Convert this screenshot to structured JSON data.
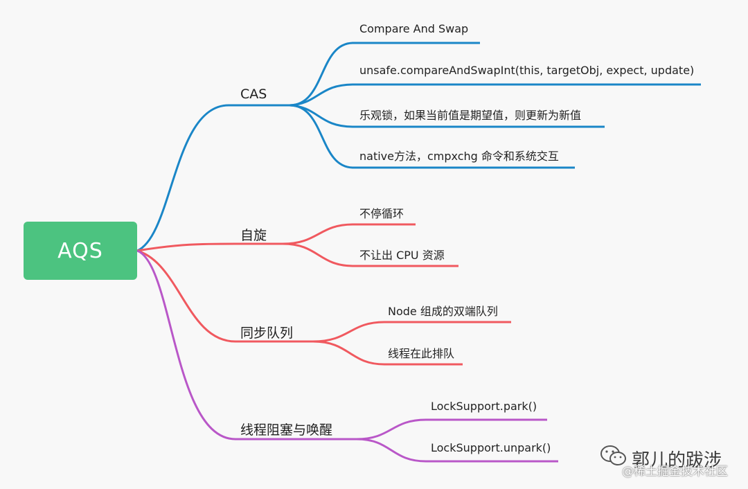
{
  "root": {
    "label": "AQS"
  },
  "colors": {
    "blue": "#1a86c7",
    "red": "#f0595f",
    "purple": "#b957c8",
    "root_bg": "#4cc380"
  },
  "branches": [
    {
      "label": "CAS",
      "color": "blue",
      "leaves": [
        "Compare And Swap",
        "unsafe.compareAndSwapInt(this, targetObj, expect, update)",
        "乐观锁，如果当前值是期望值，则更新为新值",
        "native方法，cmpxchg 命令和系统交互"
      ]
    },
    {
      "label": "自旋",
      "color": "red",
      "leaves": [
        "不停循环",
        "不让出 CPU 资源"
      ]
    },
    {
      "label": "同步队列",
      "color": "red",
      "leaves": [
        "Node 组成的双端队列",
        "线程在此排队"
      ]
    },
    {
      "label": "线程阻塞与唤醒",
      "color": "purple",
      "leaves": [
        "LockSupport.park()",
        "LockSupport.unpark()"
      ]
    }
  ],
  "watermark": {
    "name": "郭儿的跋涉",
    "site": "@稀土掘金技术社区",
    "icon": "wechat-icon"
  }
}
